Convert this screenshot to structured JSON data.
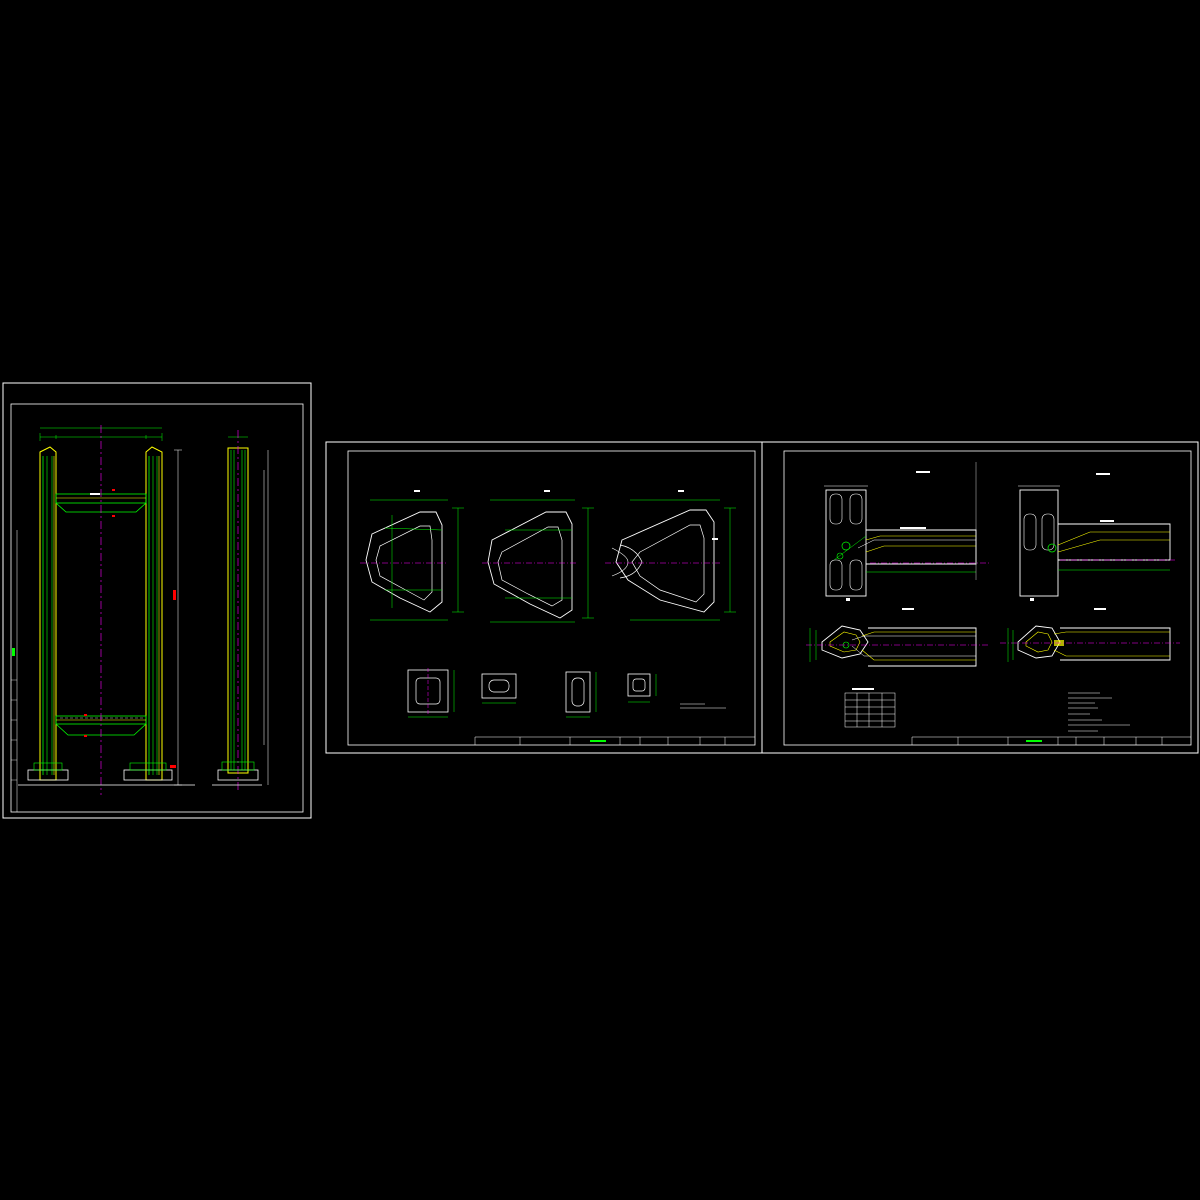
{
  "app": {
    "title": "",
    "background": "#000000"
  },
  "colors": {
    "frame": "#ffffff",
    "green": "#00ff00",
    "yellow": "#ffff00",
    "magenta": "#ff00ff",
    "red": "#ff0000",
    "cyan": "#00ffff",
    "white": "#ffffff"
  },
  "sheets": [
    {
      "id": "sheet-1",
      "label": ""
    },
    {
      "id": "sheet-2",
      "label": ""
    },
    {
      "id": "sheet-3",
      "label": ""
    }
  ]
}
